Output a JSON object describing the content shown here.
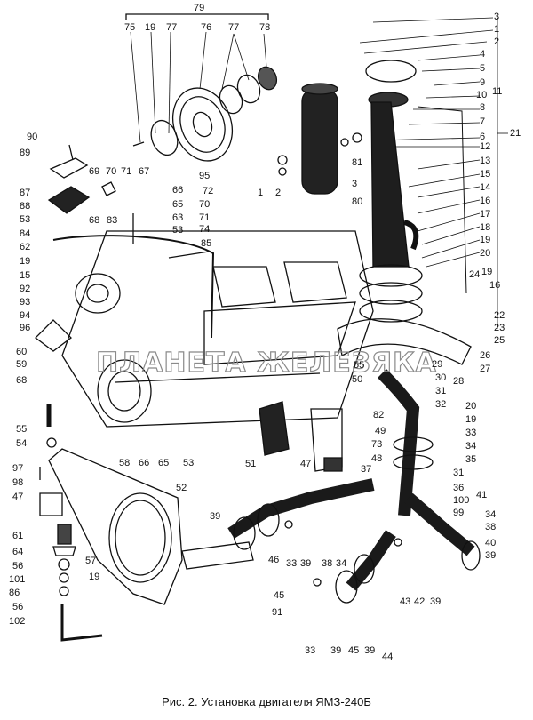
{
  "caption": "Рис. 2. Установка двигателя ЯМЗ-240Б",
  "watermark": "ПЛАНЕТА ЖЕЛЕЗЯКА",
  "part_labels": [
    "79",
    "75",
    "19",
    "77",
    "76",
    "77",
    "78",
    "3",
    "1",
    "2",
    "4",
    "5",
    "9",
    "10",
    "11",
    "8",
    "7",
    "6",
    "12",
    "21",
    "13",
    "15",
    "14",
    "16",
    "17",
    "18",
    "19",
    "20",
    "24",
    "19",
    "16",
    "22",
    "23",
    "25",
    "26",
    "27",
    "28",
    "29",
    "30",
    "31",
    "32",
    "20",
    "19",
    "33",
    "34",
    "35",
    "31",
    "36",
    "100",
    "41",
    "99",
    "34",
    "38",
    "40",
    "39",
    "81",
    "3",
    "80",
    "1",
    "2",
    "90",
    "89",
    "69",
    "70",
    "71",
    "67",
    "95",
    "72",
    "87",
    "66",
    "65",
    "63",
    "70",
    "71",
    "74",
    "85",
    "88",
    "68",
    "83",
    "53",
    "53",
    "84",
    "62",
    "19",
    "15",
    "92",
    "93",
    "94",
    "96",
    "60",
    "59",
    "68",
    "55",
    "54",
    "97",
    "98",
    "47",
    "52",
    "61",
    "64",
    "56",
    "57",
    "101",
    "19",
    "86",
    "56",
    "102",
    "58",
    "66",
    "65",
    "53",
    "51",
    "55",
    "50",
    "82",
    "49",
    "73",
    "48",
    "47",
    "37",
    "39",
    "46",
    "33",
    "39",
    "38",
    "34",
    "45",
    "91",
    "33",
    "39",
    "45",
    "39",
    "44",
    "43",
    "42",
    "39"
  ]
}
